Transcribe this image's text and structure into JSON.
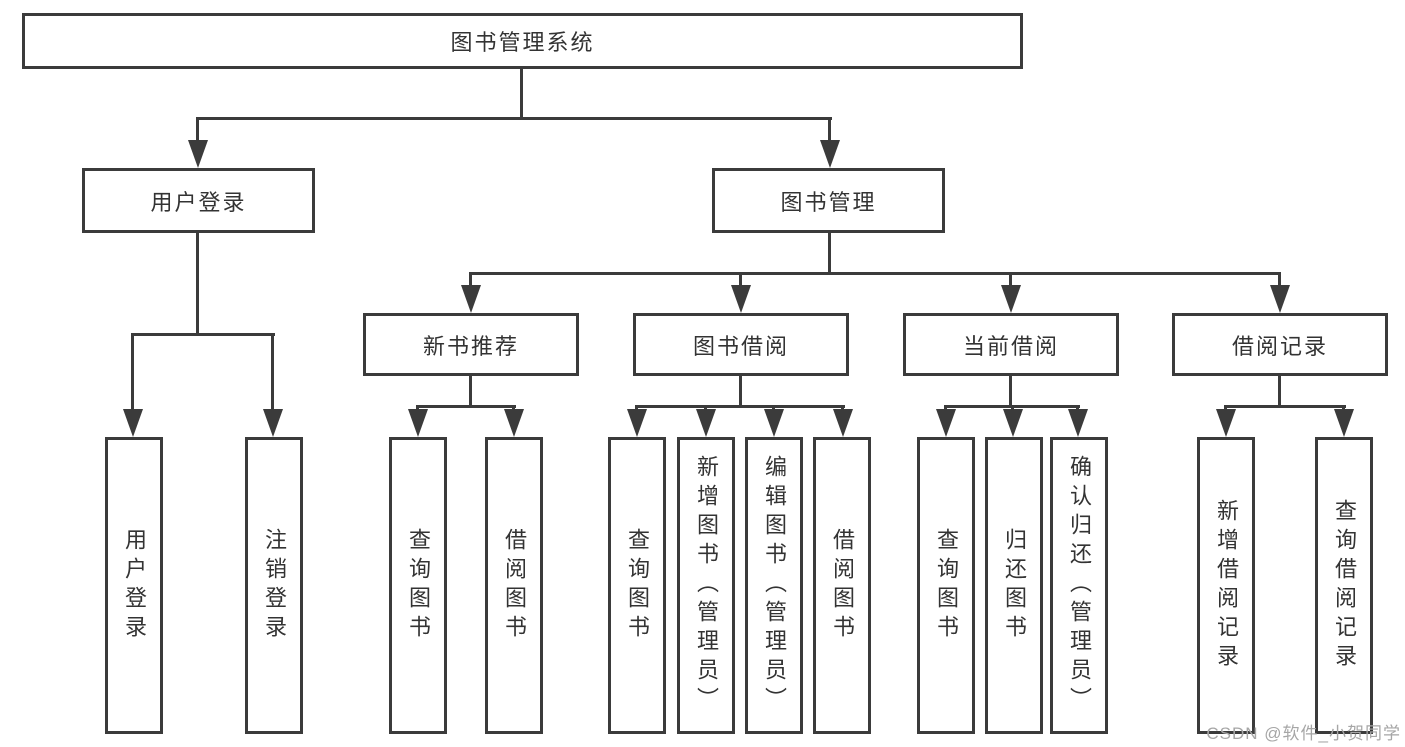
{
  "colors": {
    "line": "#3b3b3b",
    "text": "#333333",
    "watermark": "#a6a6a6",
    "background": "#ffffff"
  },
  "watermark": {
    "text": "CSDN @软件_小贺同学"
  },
  "tree": {
    "root": {
      "label": "图书管理系统",
      "children": [
        {
          "label": "用户登录",
          "children": [
            {
              "label": "用户登录"
            },
            {
              "label": "注销登录"
            }
          ]
        },
        {
          "label": "图书管理",
          "children": [
            {
              "label": "新书推荐",
              "children": [
                {
                  "label": "查询图书"
                },
                {
                  "label": "借阅图书"
                }
              ]
            },
            {
              "label": "图书借阅",
              "children": [
                {
                  "label": "查询图书"
                },
                {
                  "label": "新增图书（管理员）"
                },
                {
                  "label": "编辑图书（管理员）"
                },
                {
                  "label": "借阅图书"
                }
              ]
            },
            {
              "label": "当前借阅",
              "children": [
                {
                  "label": "查询图书"
                },
                {
                  "label": "归还图书"
                },
                {
                  "label": "确认归还（管理员）"
                }
              ]
            },
            {
              "label": "借阅记录",
              "children": [
                {
                  "label": "新增借阅记录"
                },
                {
                  "label": "查询借阅记录"
                }
              ]
            }
          ]
        }
      ]
    }
  }
}
